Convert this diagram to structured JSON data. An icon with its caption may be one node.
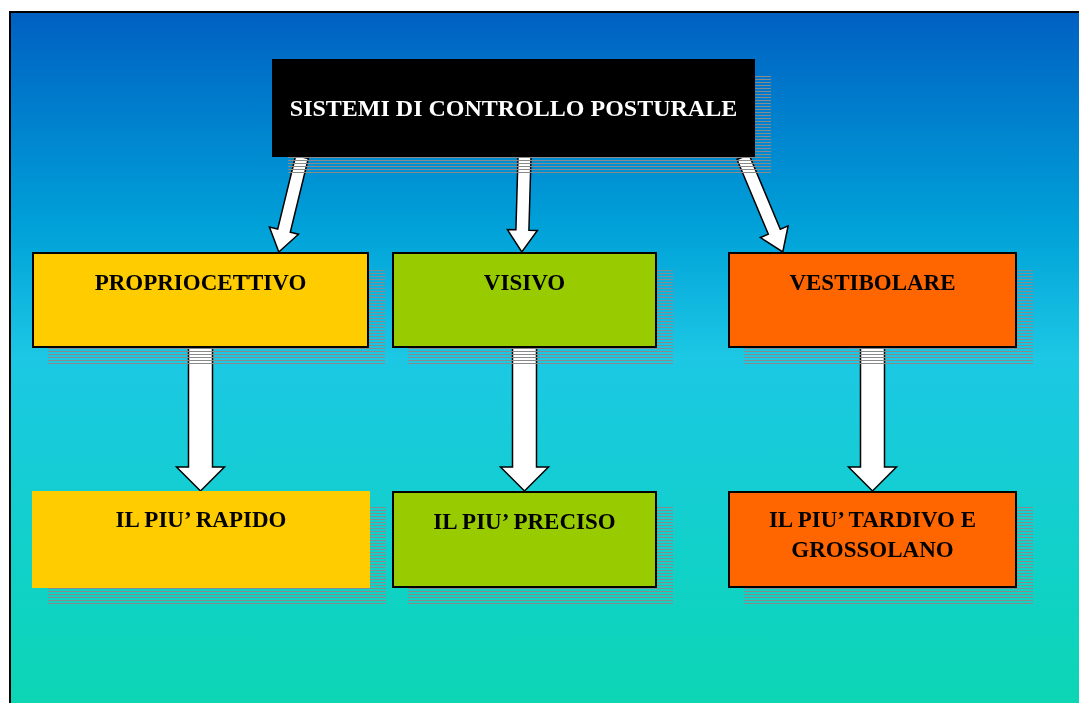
{
  "diagram": {
    "nodes": [
      {
        "text": [
          "SISTEMI DI CONTROLLO POSTURALE"
        ]
      },
      {
        "text": [
          "PROPRIOCETTIVO"
        ]
      },
      {
        "text": [
          "VISIVO"
        ]
      },
      {
        "text": [
          "VESTIBOLARE"
        ]
      },
      {
        "text": [
          "IL PIU’ RAPIDO"
        ]
      },
      {
        "text": [
          "IL PIU’ PRECISO"
        ]
      },
      {
        "text": [
          "IL PIU’ TARDIVO E GROSSOLANO"
        ]
      }
    ],
    "edges": [
      {
        "from": 0,
        "to": 1,
        "arrow": "to"
      },
      {
        "from": 0,
        "to": 2,
        "arrow": "to"
      },
      {
        "from": 0,
        "to": 3,
        "arrow": "to"
      },
      {
        "from": 1,
        "to": 4,
        "arrow": "to",
        "style": "thick"
      },
      {
        "from": 2,
        "to": 5,
        "arrow": "to",
        "style": "thick"
      },
      {
        "from": 3,
        "to": 6,
        "arrow": "to",
        "style": "thick"
      }
    ]
  }
}
